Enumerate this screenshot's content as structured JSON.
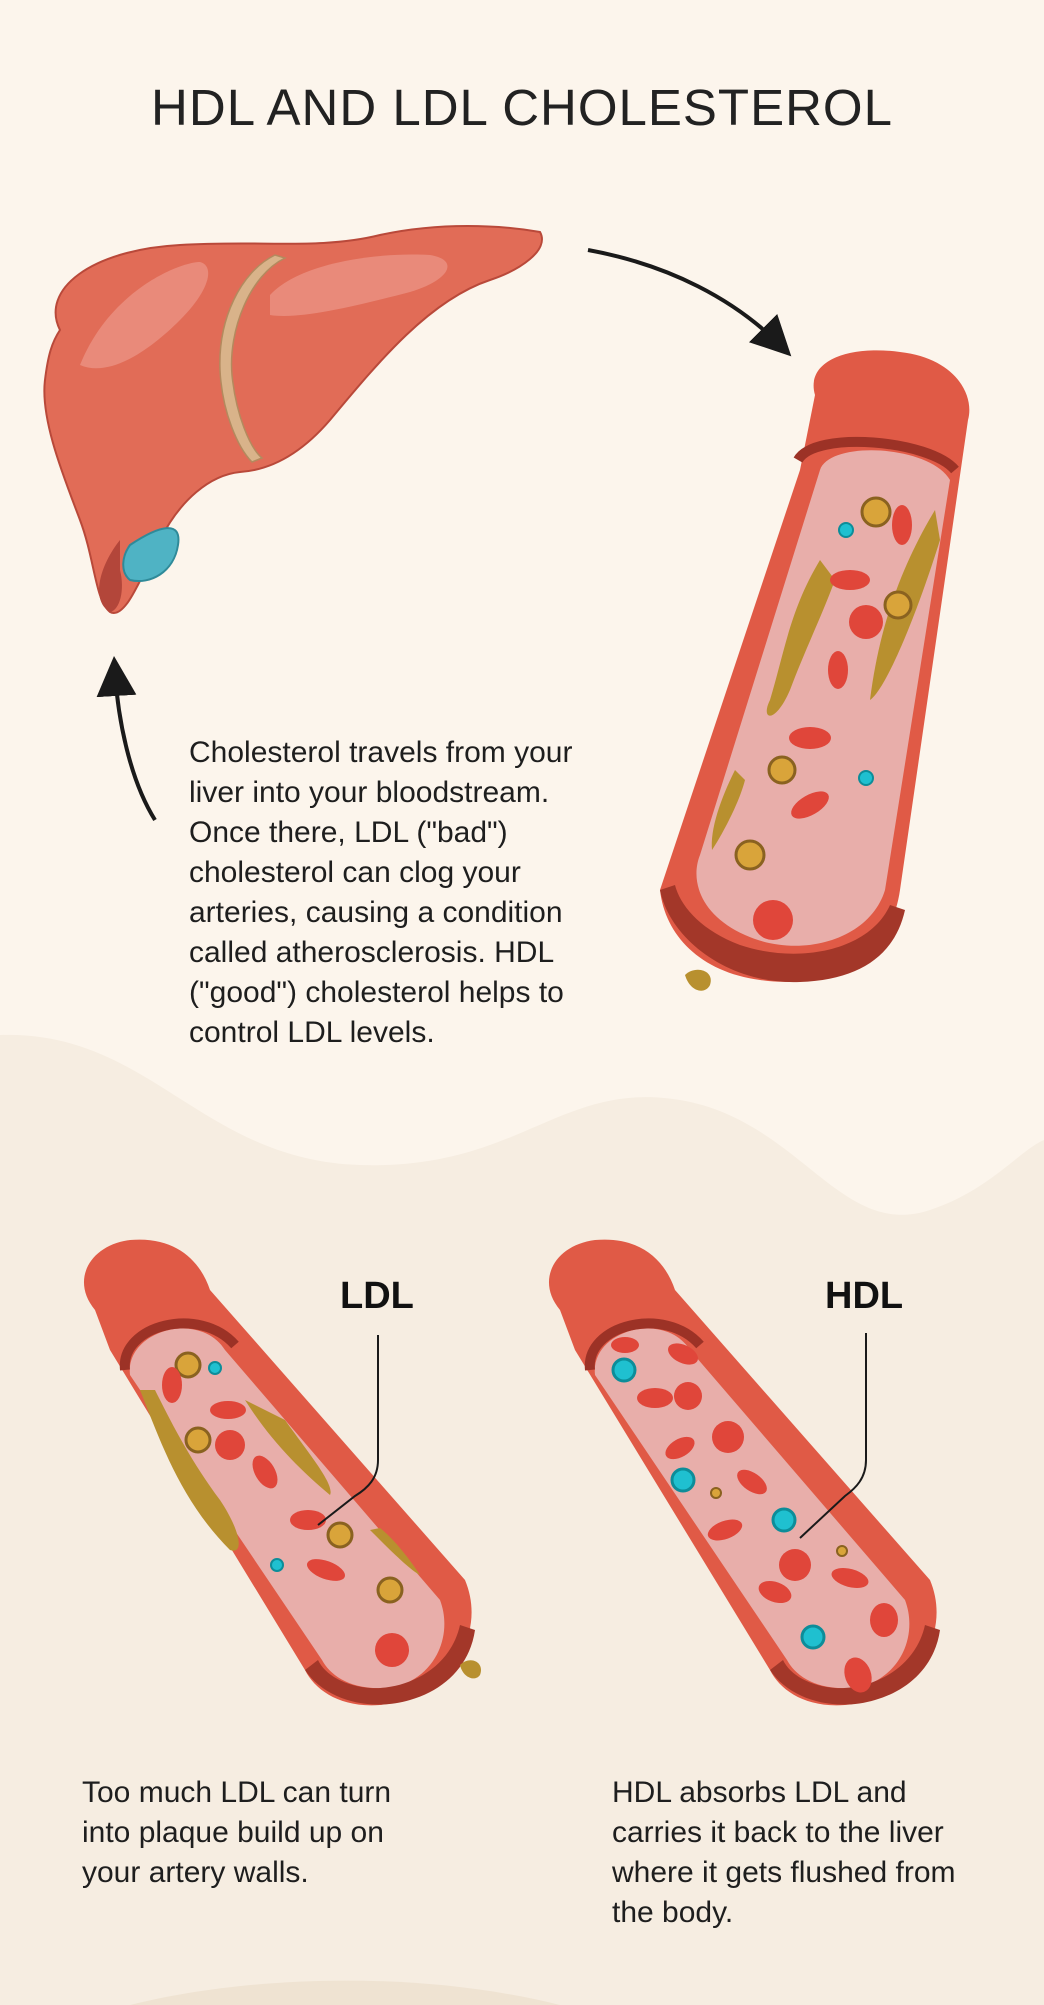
{
  "title": "HDL AND LDL CHOLESTEROL",
  "intro_text": "Cholesterol travels from your liver into your bloodstream. Once there, LDL (\"bad\") cholesterol can clog your arteries, causing a condition called atherosclerosis. HDL (\"good\") cholesterol helps to control LDL levels.",
  "ldl_panel": {
    "label": "LDL",
    "caption": "Too much LDL can turn into plaque build up on your artery walls."
  },
  "hdl_panel": {
    "label": "HDL",
    "caption": "HDL absorbs LDL and carries it back to the liver where it gets flushed from the body."
  },
  "colors": {
    "background_top": "#fcf5ec",
    "background_bottom": "#f6ede1",
    "artery_wall": "#e05a46",
    "artery_lumen": "#e8aeaa",
    "plaque": "#b8902f",
    "red_cell": "#e0463a",
    "hdl_particle": "#1fc0d0",
    "ldl_particle": "#d9a43a",
    "liver": "#de6b56",
    "gallbladder": "#4fb3c4"
  }
}
